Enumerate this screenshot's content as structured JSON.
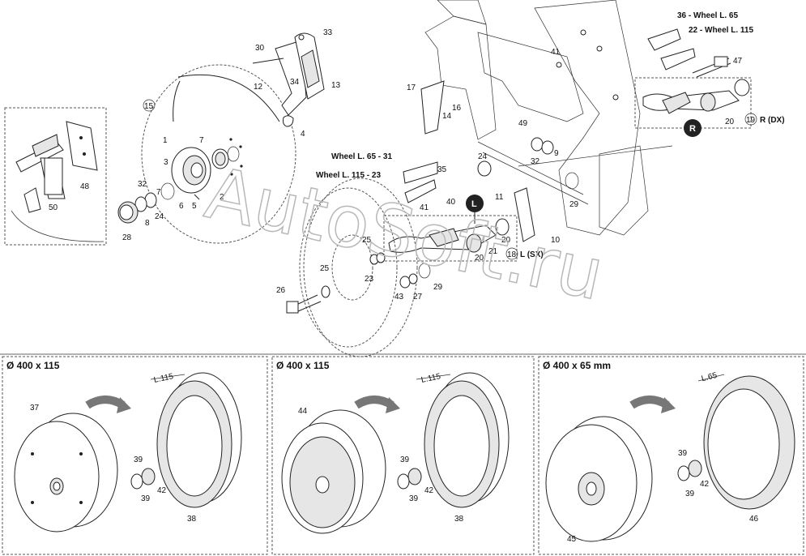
{
  "watermark": "AutoSoft.ru",
  "upper": {
    "callouts": [
      "1",
      "2",
      "3",
      "4",
      "5",
      "6",
      "7",
      "8",
      "9",
      "10",
      "11",
      "12",
      "13",
      "14",
      "15",
      "16",
      "17",
      "18",
      "19",
      "20",
      "21",
      "22",
      "23",
      "24",
      "25",
      "26",
      "27",
      "28",
      "29",
      "30",
      "31",
      "32",
      "33",
      "34",
      "35",
      "36",
      "40",
      "41",
      "43",
      "47",
      "48",
      "49",
      "50"
    ],
    "wheel_l65_right": "36 - Wheel L. 65",
    "wheel_l115_right": "22 - Wheel L. 115",
    "wheel_l65_left": "Wheel L. 65 - 31",
    "wheel_l115_left": "Wheel L. 115 - 23",
    "side_right": "R (DX)",
    "side_left": "L (SX)",
    "marker_r": "R",
    "marker_l": "L",
    "circle_19": "19",
    "circle_18": "18",
    "circle_15": "15"
  },
  "panels": [
    {
      "title": "Ø 400 x 115",
      "parts": [
        "37",
        "39",
        "42",
        "39",
        "38"
      ],
      "dim": "L.115"
    },
    {
      "title": "Ø 400 x 115",
      "parts": [
        "44",
        "39",
        "42",
        "39",
        "38"
      ],
      "dim": "L.115"
    },
    {
      "title": "Ø 400 x 65 mm",
      "parts": [
        "45",
        "39",
        "42",
        "39",
        "46"
      ],
      "dim": "L.65"
    }
  ]
}
